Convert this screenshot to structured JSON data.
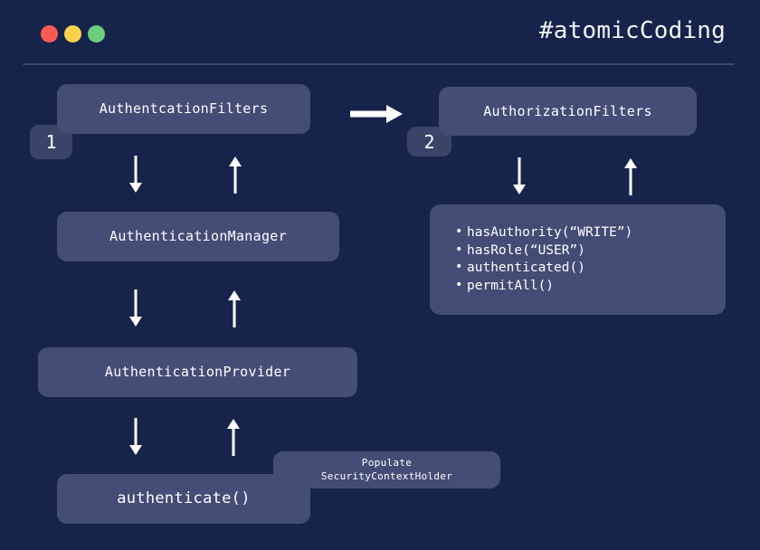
{
  "window": {
    "dots": [
      {
        "name": "close-dot",
        "color": "#fa5a52"
      },
      {
        "name": "minimize-dot",
        "color": "#fbd24b"
      },
      {
        "name": "maximize-dot",
        "color": "#6ece7e"
      }
    ]
  },
  "header": {
    "title": "#atomicCoding"
  },
  "theme": {
    "background": "#16244b",
    "node_fill": "#434d76",
    "badge_fill": "#3a4468",
    "divider": "#3c4a72",
    "text": "#ffffff",
    "arrow": "#ffffff"
  },
  "diagram": {
    "nodes": [
      {
        "id": "authentication-filters",
        "label": "AuthentcationFilters"
      },
      {
        "id": "authorization-filters",
        "label": "AuthorizationFilters"
      },
      {
        "id": "authentication-manager",
        "label": "AuthenticationManager"
      },
      {
        "id": "authentication-provider",
        "label": "AuthenticationProvider"
      },
      {
        "id": "authenticate-method",
        "label": "authenticate()"
      },
      {
        "id": "populate-security-context-holder",
        "label": "Populate\nSecurityContextHolder"
      }
    ],
    "badges": [
      {
        "id": "step-1-badge",
        "label": "1"
      },
      {
        "id": "step-2-badge",
        "label": "2"
      }
    ],
    "policy_panel": {
      "items": [
        "hasAuthority(“WRITE”)",
        "hasRole(“USER”)",
        "authenticated()",
        "permitAll()"
      ]
    },
    "arrows": [
      {
        "id": "filters-chain-arrow",
        "direction": "right"
      },
      {
        "id": "filters-to-manager-arrow",
        "direction": "down"
      },
      {
        "id": "manager-to-filters-arrow",
        "direction": "up"
      },
      {
        "id": "manager-to-provider-arrow",
        "direction": "down"
      },
      {
        "id": "provider-to-manager-arrow",
        "direction": "up"
      },
      {
        "id": "provider-to-authenticate-arrow",
        "direction": "down"
      },
      {
        "id": "authenticate-to-provider-arrow",
        "direction": "up"
      },
      {
        "id": "authz-filters-down-arrow",
        "direction": "down"
      },
      {
        "id": "authz-filters-up-arrow",
        "direction": "up"
      }
    ]
  }
}
